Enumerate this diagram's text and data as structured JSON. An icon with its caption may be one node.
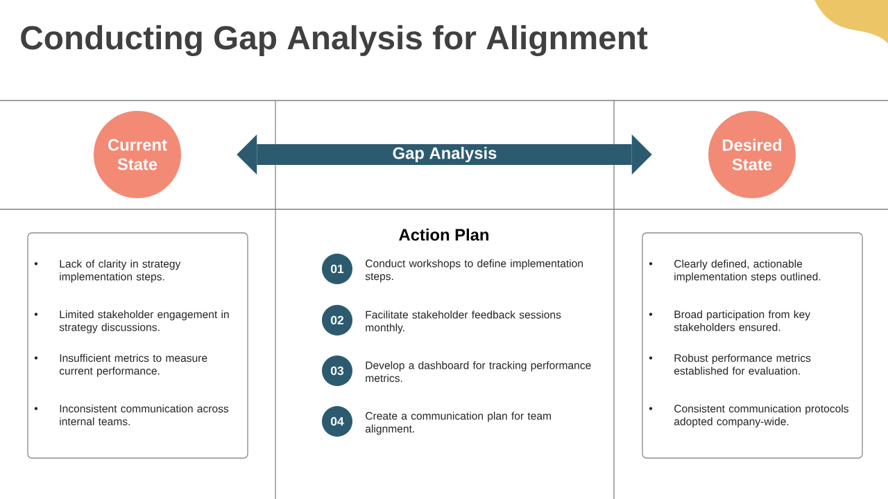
{
  "diagram": {
    "title": "Conducting Gap Analysis for Alignment",
    "nodes": [
      {
        "text": [
          "Current State"
        ]
      },
      {
        "text": [
          "Desired State"
        ]
      },
      {
        "text": [
          "Lack of clarity in strategy implementation steps.",
          "Limited stakeholder engagement in strategy discussions.",
          "Insufficient metrics to measure current performance.",
          "Inconsistent communication across internal teams."
        ]
      },
      {
        "text": [
          "01"
        ],
        "beside": [
          "Conduct workshops to define implementation steps."
        ]
      },
      {
        "text": [
          "02"
        ],
        "beside": [
          "Facilitate stakeholder feedback sessions monthly."
        ]
      },
      {
        "text": [
          "03"
        ],
        "beside": [
          "Develop a dashboard for tracking performance metrics."
        ]
      },
      {
        "text": [
          "04"
        ],
        "beside": [
          "Create a communication plan for team alignment."
        ]
      },
      {
        "text": [
          "Clearly defined, actionable implementation steps outlined.",
          "Broad participation from key stakeholders ensured.",
          "Robust performance metrics established for evaluation.",
          "Consistent communication protocols adopted company-wide."
        ]
      }
    ],
    "edges": [
      {
        "from": 0,
        "to": 1,
        "arrow": "both",
        "label": "Gap Analysis",
        "color": "#2c5b70"
      }
    ],
    "labels": [
      "Action Plan"
    ]
  }
}
